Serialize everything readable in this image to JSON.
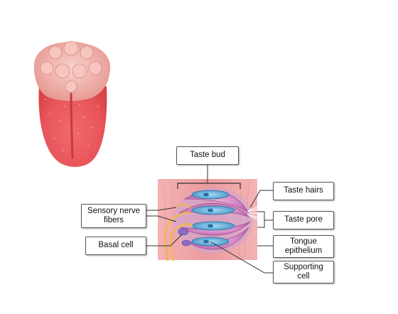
{
  "labels": {
    "taste_bud": "Taste bud",
    "taste_hairs": "Taste hairs",
    "taste_pore": "Taste pore",
    "sensory_nerve_fibers": "Sensory nerve fibers",
    "basal_cell": "Basal cell",
    "tongue_epithelium": "Tongue epithelium",
    "supporting_cell": "Supporting cell"
  },
  "colors": {
    "tongue": "#e8555a",
    "tongue_base": "#f2b0a6",
    "epithelium": "#f0a4a6",
    "taste_cell_blue": "#5aa9d6",
    "supporting_cell_pink": "#d97fc2",
    "nerve_fiber": "#f2b74a"
  }
}
